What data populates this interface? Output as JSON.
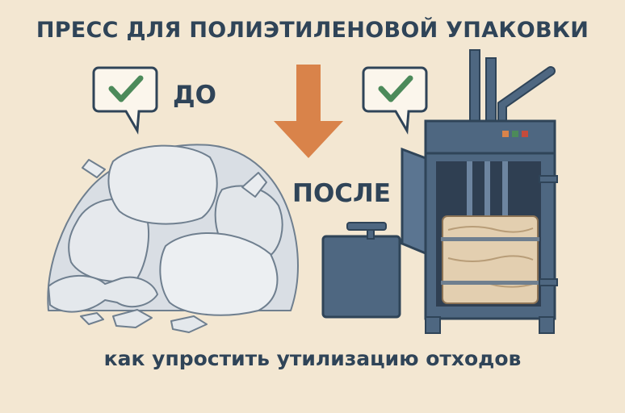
{
  "title": "ПРЕСС ДЛЯ ПОЛИЭТИЛЕНОВОЙ УПАКОВКИ",
  "before_label": "ДО",
  "after_label": "ПОСЛЕ",
  "subtitle": "как упростить утилизацию отходов",
  "colors": {
    "background": "#f3e7d2",
    "text": "#2f4458",
    "arrow": "#d9834a",
    "check": "#4c8a5a",
    "machine": "#4e6781",
    "bale": "#e3cfb0"
  },
  "icons": [
    "check-bubble-icon",
    "check-bubble-icon",
    "down-arrow-icon"
  ]
}
